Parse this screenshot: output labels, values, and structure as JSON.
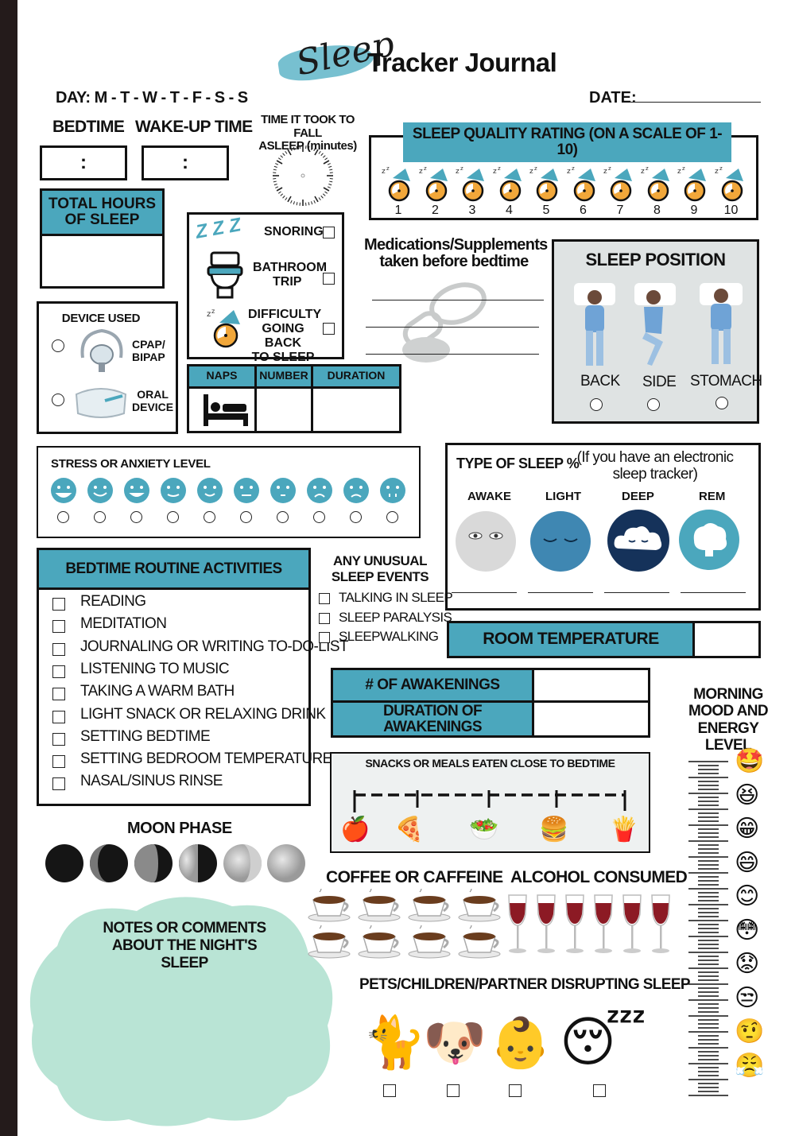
{
  "header": {
    "script_title": "Sleep",
    "title": "Tracker Journal",
    "day_label": "DAY:",
    "days": "M - T - W - T - F - S - S",
    "date_label": "DATE:"
  },
  "times": {
    "bedtime": "BEDTIME",
    "wakeup": "WAKE-UP TIME",
    "colon": ":",
    "fall_asleep": "TIME IT TOOK TO FALL",
    "fall_asleep_unit": "ASLEEP (minutes)"
  },
  "total_hours": {
    "line1": "TOTAL HOURS",
    "line2": "OF SLEEP"
  },
  "quality": {
    "title": "SLEEP QUALITY RATING (ON A SCALE OF 1-10)",
    "numbers": [
      "1",
      "2",
      "3",
      "4",
      "5",
      "6",
      "7",
      "8",
      "9",
      "10"
    ]
  },
  "disturb": {
    "z": "Z Z Z",
    "snoring": "SNORING",
    "bath1": "BATHROOM",
    "bath2": "TRIP",
    "diff1": "DIFFICULTY",
    "diff2": "GOING BACK",
    "diff3": "TO SLEEP"
  },
  "meds": {
    "line1": "Medications/Supplements",
    "line2": "taken before bedtime"
  },
  "position": {
    "title": "SLEEP POSITION",
    "back": "BACK",
    "side": "SIDE",
    "stomach": "STOMACH"
  },
  "device": {
    "title": "DEVICE USED",
    "cpap1": "CPAP/",
    "cpap2": "BIPAP",
    "oral1": "ORAL",
    "oral2": "DEVICE"
  },
  "naps": {
    "naps": "NAPS",
    "number": "NUMBER",
    "duration": "DURATION"
  },
  "stress": {
    "title": "STRESS OR ANXIETY LEVEL"
  },
  "sleep_type": {
    "title": "TYPE OF SLEEP %",
    "note1": "(If you have an electronic",
    "note2": "sleep tracker)",
    "awake": "AWAKE",
    "light": "LIGHT",
    "deep": "DEEP",
    "rem": "REM"
  },
  "routine": {
    "title": "BEDTIME ROUTINE ACTIVITIES",
    "items": [
      "READING",
      "MEDITATION",
      "JOURNALING OR WRITING TO-DO-LIST",
      "LISTENING TO MUSIC",
      "TAKING A WARM BATH",
      "LIGHT SNACK OR RELAXING DRINK",
      "SETTING BEDTIME",
      "SETTING BEDROOM TEMPERATURE",
      "NASAL/SINUS RINSE"
    ]
  },
  "unusual": {
    "title1": "ANY UNUSUAL",
    "title2": "SLEEP EVENTS",
    "items": [
      "TALKING IN SLEEP",
      "SLEEP PARALYSIS",
      "SLEEPWALKING"
    ]
  },
  "room": {
    "title": "ROOM TEMPERATURE"
  },
  "awakenings": {
    "count": "# OF AWAKENINGS",
    "duration": "DURATION OF AWAKENINGS"
  },
  "mood": {
    "line1": "MORNING",
    "line2": "MOOD AND",
    "line3": "ENERGY LEVEL",
    "faces": [
      "🤩",
      "😆",
      "😁",
      "😄",
      "😊",
      "😳",
      "😟",
      "😒",
      "🤨",
      "😤"
    ]
  },
  "snacks": {
    "title": "SNACKS OR MEALS EATEN CLOSE TO BEDTIME",
    "icons": [
      "🍎",
      "🍕",
      "🥗",
      "🍔",
      "🍟"
    ]
  },
  "moon": {
    "title": "MOON PHASE"
  },
  "notes": {
    "line1": "NOTES OR COMMENTS",
    "line2": "ABOUT THE NIGHT'S SLEEP"
  },
  "coffee": {
    "title": "COFFEE OR CAFFEINE",
    "icon": "☕"
  },
  "alcohol": {
    "title": "ALCOHOL CONSUMED",
    "icon": "🍷"
  },
  "pets": {
    "title": "PETS/CHILDREN/PARTNER DISRUPTING SLEEP",
    "icons": [
      "🐈",
      "🐶",
      "👶",
      "😴"
    ]
  },
  "colors": {
    "teal": "#4ba7bd",
    "mint": "#b9e4d5",
    "panel": "#dfe3e3"
  }
}
